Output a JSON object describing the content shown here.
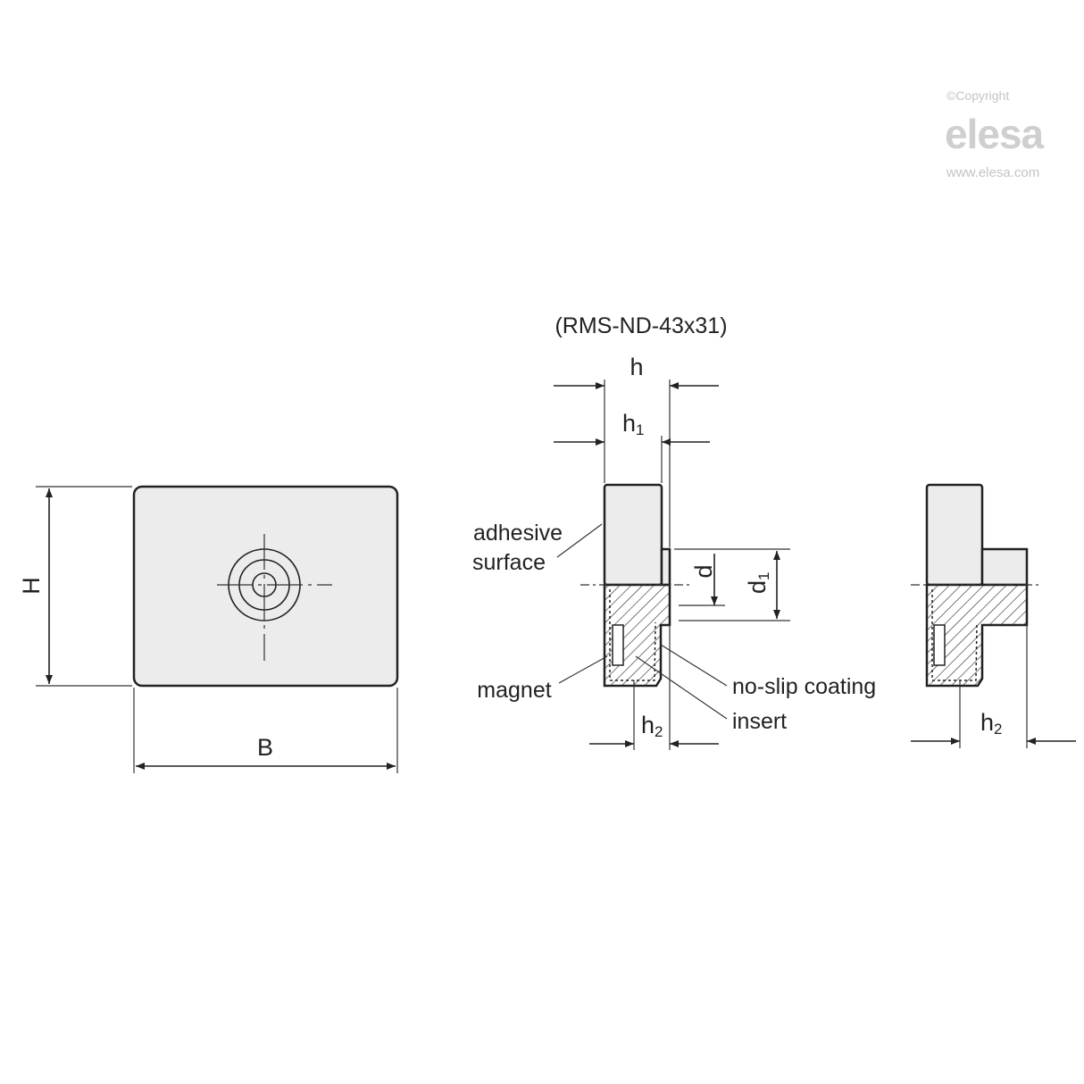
{
  "watermark": {
    "copyright": "©Copyright",
    "brand": "elesa",
    "url": "www.elesa.com"
  },
  "title": "(RMS-ND-43x31)",
  "dimensions": {
    "H": "H",
    "B": "B",
    "h": "h",
    "h1": "h",
    "h1_sub": "1",
    "d": "d",
    "d1": "d",
    "d1_sub": "1",
    "h2": "h",
    "h2_sub": "2"
  },
  "labels": {
    "adhesive_1": "adhesive",
    "adhesive_2": "surface",
    "magnet": "magnet",
    "no_slip": "no-slip coating",
    "insert": "insert"
  }
}
